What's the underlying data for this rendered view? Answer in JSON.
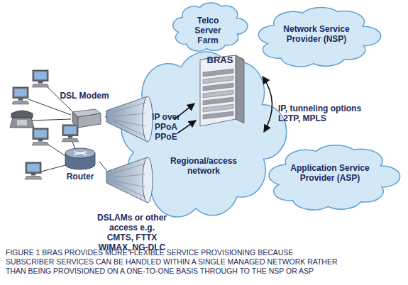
{
  "diagram": {
    "caption": "FIGURE 1 BRAS PROVIDES MORE FLEXIBLE SERVICE PROVISIONING BECAUSE SUBSCRIBER SERVICES CAN BE HANDLED WITHIN A SINGLE MANAGED NETWORK RATHER THAN BEING PROVISIONED ON A ONE-TO-ONE BASIS THROUGH TO THE NSP OR ASP",
    "nodes": [
      {
        "text": [
          "Telco Server Farm"
        ]
      },
      {
        "text": [
          "Network Service Provider (NSP)"
        ]
      },
      {
        "text": [
          "DSL Modem"
        ]
      },
      {
        "text": [
          "IP over PPoA PPoE",
          "Regional/access network"
        ]
      },
      {
        "text": [
          "BRAS"
        ],
        "in": 3
      },
      {
        "text": [
          "Router"
        ]
      },
      {
        "text": [
          "Application Service Provider (ASP)"
        ]
      }
    ],
    "labels": [
      "IP, tunneling options L2TP, MPLS",
      "DSLAMs or other access e.g. CMTS, FTTX WiMAX, NG-DLC"
    ]
  }
}
